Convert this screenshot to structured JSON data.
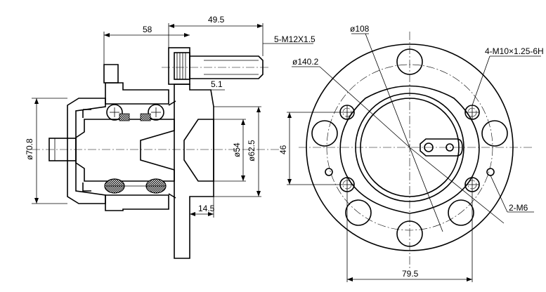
{
  "labels": {
    "dim_58": "58",
    "dim_49_5": "49.5",
    "dim_stud": "5-M12X1.5",
    "dim_5_1": "5.1",
    "dim_70_8": "ø70.8",
    "dim_54": "ø54",
    "dim_62_5": "ø62.5",
    "dim_14_5": "14.5",
    "dim_108": "ø108",
    "dim_140_2": "ø140.2",
    "dim_4m10": "4-M10×1.25-6H",
    "dim_46": "46",
    "dim_2m6": "2-M6",
    "dim_79_5": "79.5"
  },
  "colors": {
    "line": "#000000",
    "background": "#ffffff"
  }
}
